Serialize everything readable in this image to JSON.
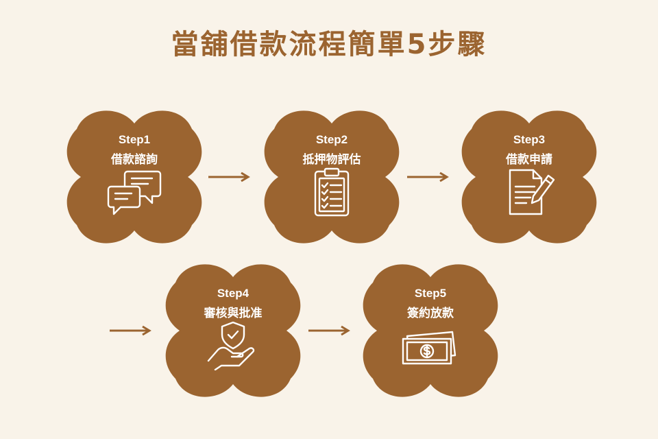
{
  "title": "當舖借款流程簡單5步驟",
  "colors": {
    "background": "#f9f3e9",
    "accent": "#9b6430",
    "text_on_accent": "#ffffff"
  },
  "steps": [
    {
      "num": "Step1",
      "name": "借款諮詢",
      "icon": "chat-bubbles-icon"
    },
    {
      "num": "Step2",
      "name": "抵押物評估",
      "icon": "clipboard-checklist-icon"
    },
    {
      "num": "Step3",
      "name": "借款申請",
      "icon": "document-pen-icon"
    },
    {
      "num": "Step4",
      "name": "審核與批准",
      "icon": "hand-shield-icon"
    },
    {
      "num": "Step5",
      "name": "簽約放款",
      "icon": "banknote-icon"
    }
  ]
}
